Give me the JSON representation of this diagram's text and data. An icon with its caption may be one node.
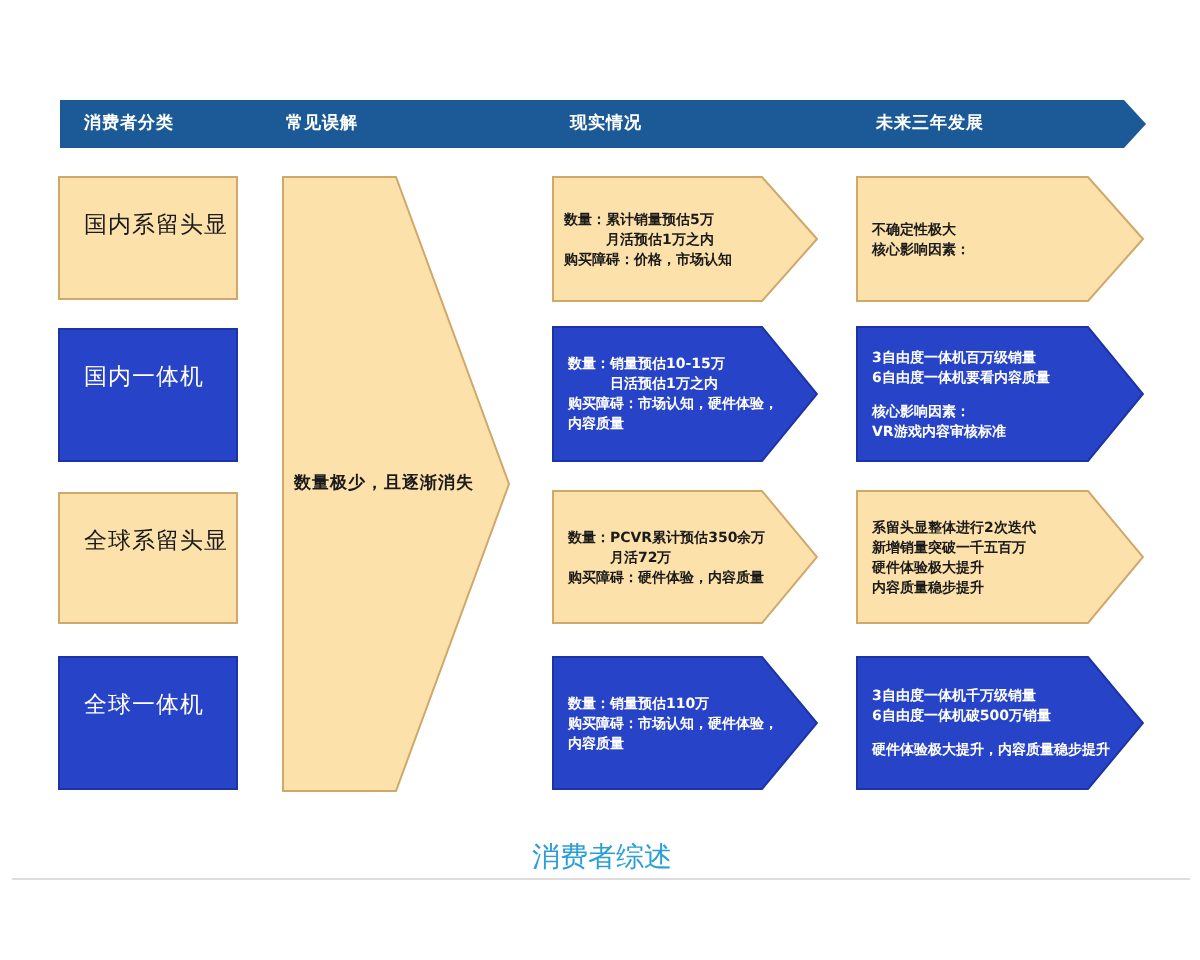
{
  "diagram": {
    "caption": "消费者综述",
    "nodes": [
      {
        "text": [
          "消费者分类",
          "常见误解",
          "现实情况",
          "未来三年发展"
        ]
      },
      {
        "text": [
          "国内系留头显"
        ]
      },
      {
        "text": [
          "数量极少，且逐渐消失"
        ]
      },
      {
        "text": [
          "数量：累计销量预估5万",
          "月活预估1万之内",
          "购买障碍：价格，市场认知"
        ]
      },
      {
        "text": [
          "不确定性极大",
          "核心影响因素："
        ]
      },
      {
        "text": [
          "国内一体机"
        ]
      },
      {
        "text": [
          "数量：销量预估10-15万",
          "日活预估1万之内",
          "购买障碍：市场认知，硬件体验，内容质量"
        ]
      },
      {
        "text": [
          "3自由度一体机百万级销量",
          "6自由度一体机要看内容质量",
          "核心影响因素：",
          "VR游戏内容审核标准"
        ]
      },
      {
        "text": [
          "全球系留头显"
        ]
      },
      {
        "text": [
          "数量：PCVR累计预估350余万",
          "月活72万",
          "购买障碍：硬件体验，内容质量"
        ]
      },
      {
        "text": [
          "系留头显整体进行2次迭代",
          "新增销量突破一千五百万",
          "硬件体验极大提升",
          "内容质量稳步提升"
        ]
      },
      {
        "text": [
          "全球一体机"
        ]
      },
      {
        "text": [
          "数量：销量预估110万",
          "购买障碍：市场认知，硬件体验，内容质量"
        ]
      },
      {
        "text": [
          "3自由度一体机千万级销量",
          "6自由度一体机破500万销量",
          "硬件体验极大提升，内容质量稳步提升"
        ]
      }
    ]
  }
}
